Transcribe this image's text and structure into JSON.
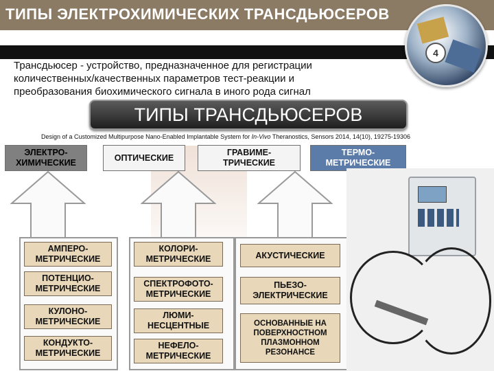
{
  "header": {
    "title": "ТИПЫ ЭЛЕКТРОХИМИЧЕСКИХ ТРАНСДЬЮСЕРОВ",
    "page_number": "4"
  },
  "definition": {
    "line1": "Трансдьюсер - устройство, предназначенное для регистрации",
    "line2": "количественных/качественных параметров тест-реакции и",
    "line3": "преобразования биохимического сигнала в иного рода сигнал"
  },
  "banner": {
    "label": "ТИПЫ ТРАНСДЬЮСЕРОВ"
  },
  "citation": {
    "before": "Design of a Customized Multipurpose Nano-Enabled Implantable System for ",
    "italic": "In-Vivo",
    "after": " Theranostics, Sensors 2014, 14(10), 19275-19306"
  },
  "categories": [
    {
      "line1": "ЭЛЕКТРО-",
      "line2": "ХИМИЧЕСКИЕ"
    },
    {
      "line1": "ОПТИЧЕСКИЕ",
      "line2": ""
    },
    {
      "line1": "ГРАВИМЕ-",
      "line2": "ТРИЧЕСКИЕ"
    },
    {
      "line1": "ТЕРМО-",
      "line2": "МЕТРИЧЕСКИЕ"
    }
  ],
  "electrochemical": [
    {
      "line1": "АМПЕРО-",
      "line2": "МЕТРИЧЕСКИЕ"
    },
    {
      "line1": "ПОТЕНЦИО-",
      "line2": "МЕТРИЧЕСКИЕ"
    },
    {
      "line1": "КУЛОНО-",
      "line2": "МЕТРИЧЕСКИЕ"
    },
    {
      "line1": "КОНДУКТО-",
      "line2": "МЕТРИЧЕСКИЕ"
    }
  ],
  "optical": [
    {
      "line1": "КОЛОРИ-",
      "line2": "МЕТРИЧЕСКИЕ"
    },
    {
      "line1": "СПЕКТРОФОТО-",
      "line2": "МЕТРИЧЕСКИЕ"
    },
    {
      "line1": "ЛЮМИ-",
      "line2": "НЕСЦЕНТНЫЕ"
    },
    {
      "line1": "НЕФЕЛО-",
      "line2": "МЕТРИЧЕСКИЕ"
    }
  ],
  "gravimetric": [
    {
      "line1": "АКУСТИЧЕСКИЕ",
      "line2": ""
    },
    {
      "line1": "ПЬЕЗО-",
      "line2": "ЭЛЕКТРИЧЕСКИЕ"
    },
    {
      "line1": "ОСНОВАННЫЕ НА",
      "line2": "ПОВЕРХНОСТНОМ",
      "line3": "ПЛАЗМОННОМ",
      "line4": "РЕЗОНАНСЕ"
    }
  ],
  "colors": {
    "header_bar": "#8c7b64",
    "sub_box": "#e8d7b8",
    "thermo_box": "#5b7ba8"
  }
}
